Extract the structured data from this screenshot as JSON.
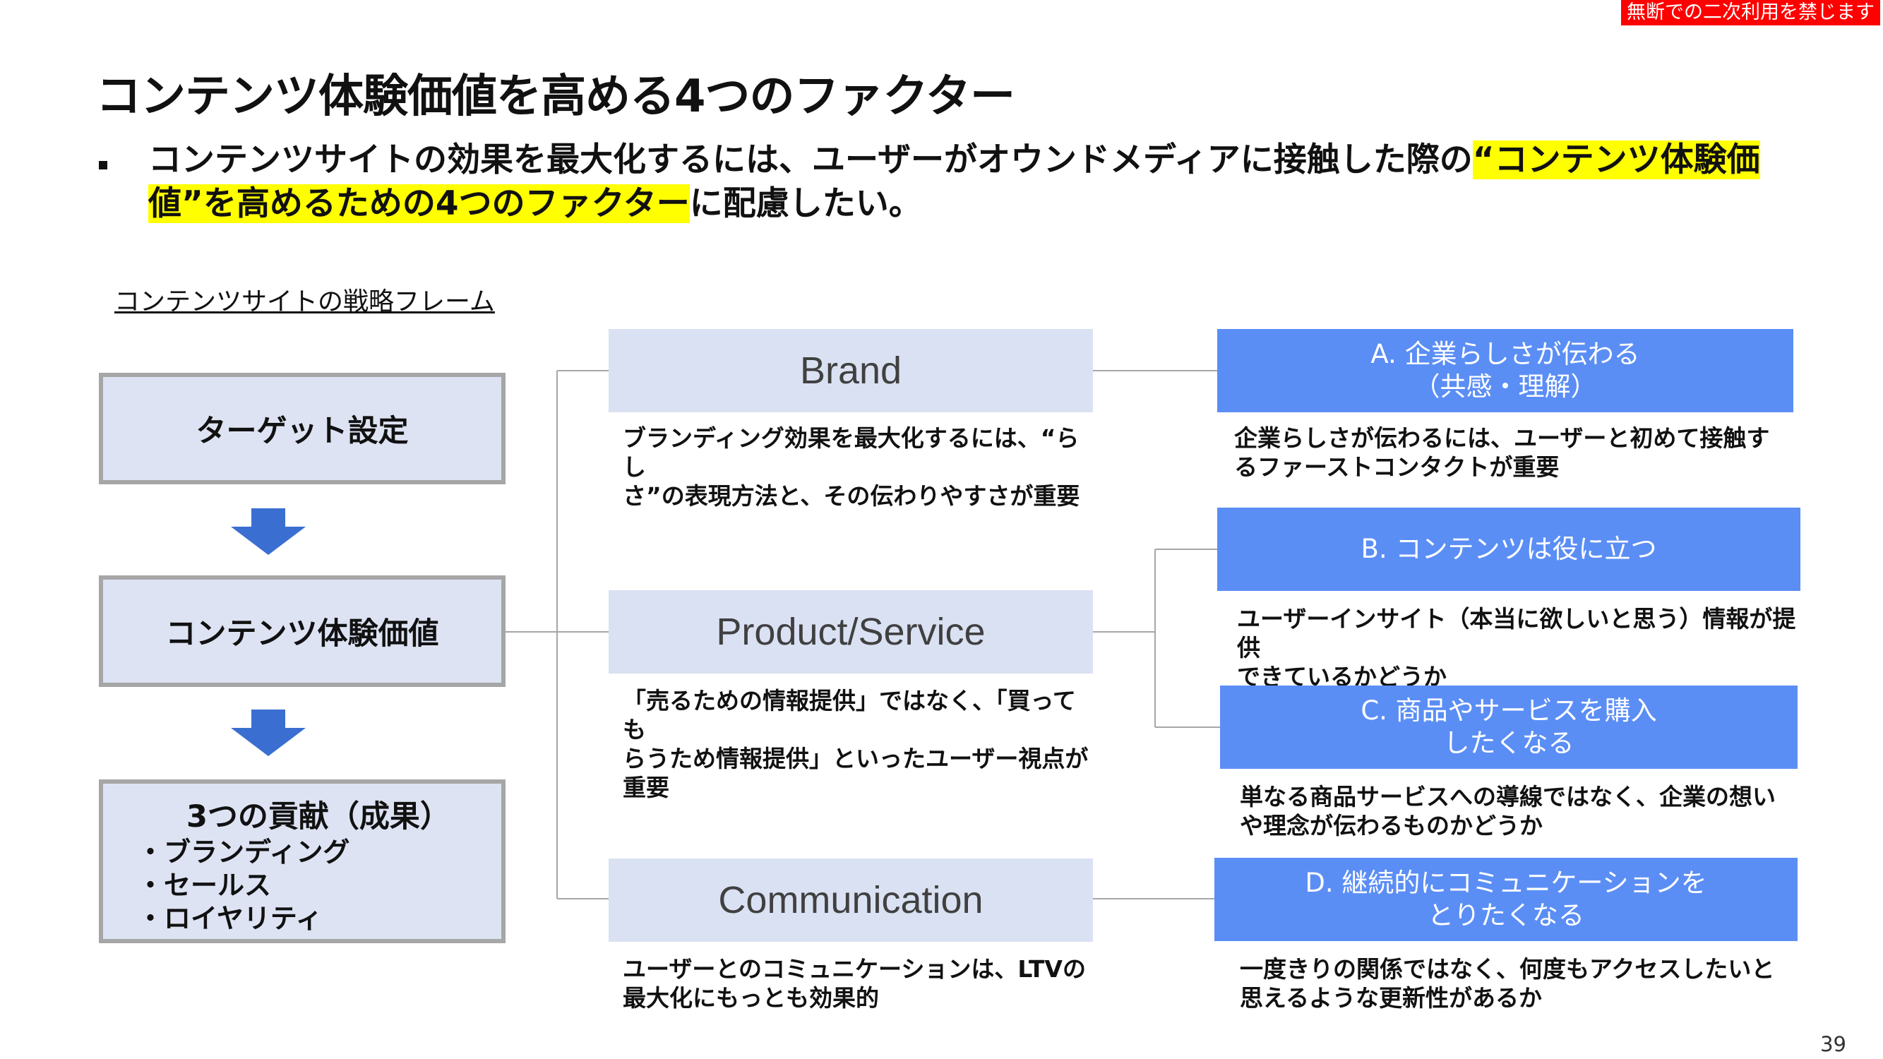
{
  "stamp": "無断での二次利用を禁じます",
  "title": "コンテンツ体験価値を高める4つのファクター",
  "lead": {
    "before": "コンテンツサイトの効果を最大化するには、ユーザーがオウンドメディアに接触した際の",
    "highlight_1": "“コンテンツ体験価",
    "highlight_2": "値”を高めるための4つのファクター",
    "after": "に配慮したい。"
  },
  "frame_label": "コンテンツサイトの戦略フレーム",
  "left_boxes": {
    "target": "ターゲット設定",
    "value": "コンテンツ体験価値",
    "contribution": {
      "head": "3つの貢献（成果）",
      "items": [
        "・ブランディング",
        "・セールス",
        "・ロイヤリティ"
      ]
    }
  },
  "middle": [
    {
      "label": "Brand",
      "desc": [
        "ブランディング効果を最大化するには、“らし",
        "さ”の表現方法と、その伝わりやすさが重要"
      ]
    },
    {
      "label": "Product/Service",
      "desc": [
        "「売るための情報提供」ではなく、「買っても",
        "らうため情報提供」といったユーザー視点が",
        "重要"
      ]
    },
    {
      "label": "Communication",
      "desc": [
        "ユーザーとのコミュニケーションは、LTVの",
        "最大化にもっとも効果的"
      ]
    }
  ],
  "right": [
    {
      "title": [
        "A. 企業らしさが伝わる",
        "（共感・理解）"
      ],
      "desc": [
        "企業らしさが伝わるには、ユーザーと初めて接触す",
        "るファーストコンタクトが重要"
      ]
    },
    {
      "title": [
        "B. コンテンツは役に立つ"
      ],
      "desc": [
        "ユーザーインサイト（本当に欲しいと思う）情報が提供",
        "できているかどうか"
      ]
    },
    {
      "title": [
        "C. 商品やサービスを購入",
        "したくなる"
      ],
      "desc": [
        "単なる商品サービスへの導線ではなく、企業の想い",
        "や理念が伝わるものかどうか"
      ]
    },
    {
      "title": [
        "D. 継続的にコミュニケーションを",
        "とりたくなる"
      ],
      "desc": [
        "一度きりの関係ではなく、何度もアクセスしたいと",
        "思えるような更新性があるか"
      ]
    }
  ],
  "page_number": "39",
  "colors": {
    "stamp_bg": "#ff0000",
    "highlight": "#ffff00",
    "left_box_fill": "#dde3f3",
    "left_box_border": "#a6a6a6",
    "middle_box_fill": "#dae1f3",
    "right_box_fill": "#5b8ef5",
    "arrow": "#3a6fd1",
    "connector": "#a6a6a6"
  }
}
